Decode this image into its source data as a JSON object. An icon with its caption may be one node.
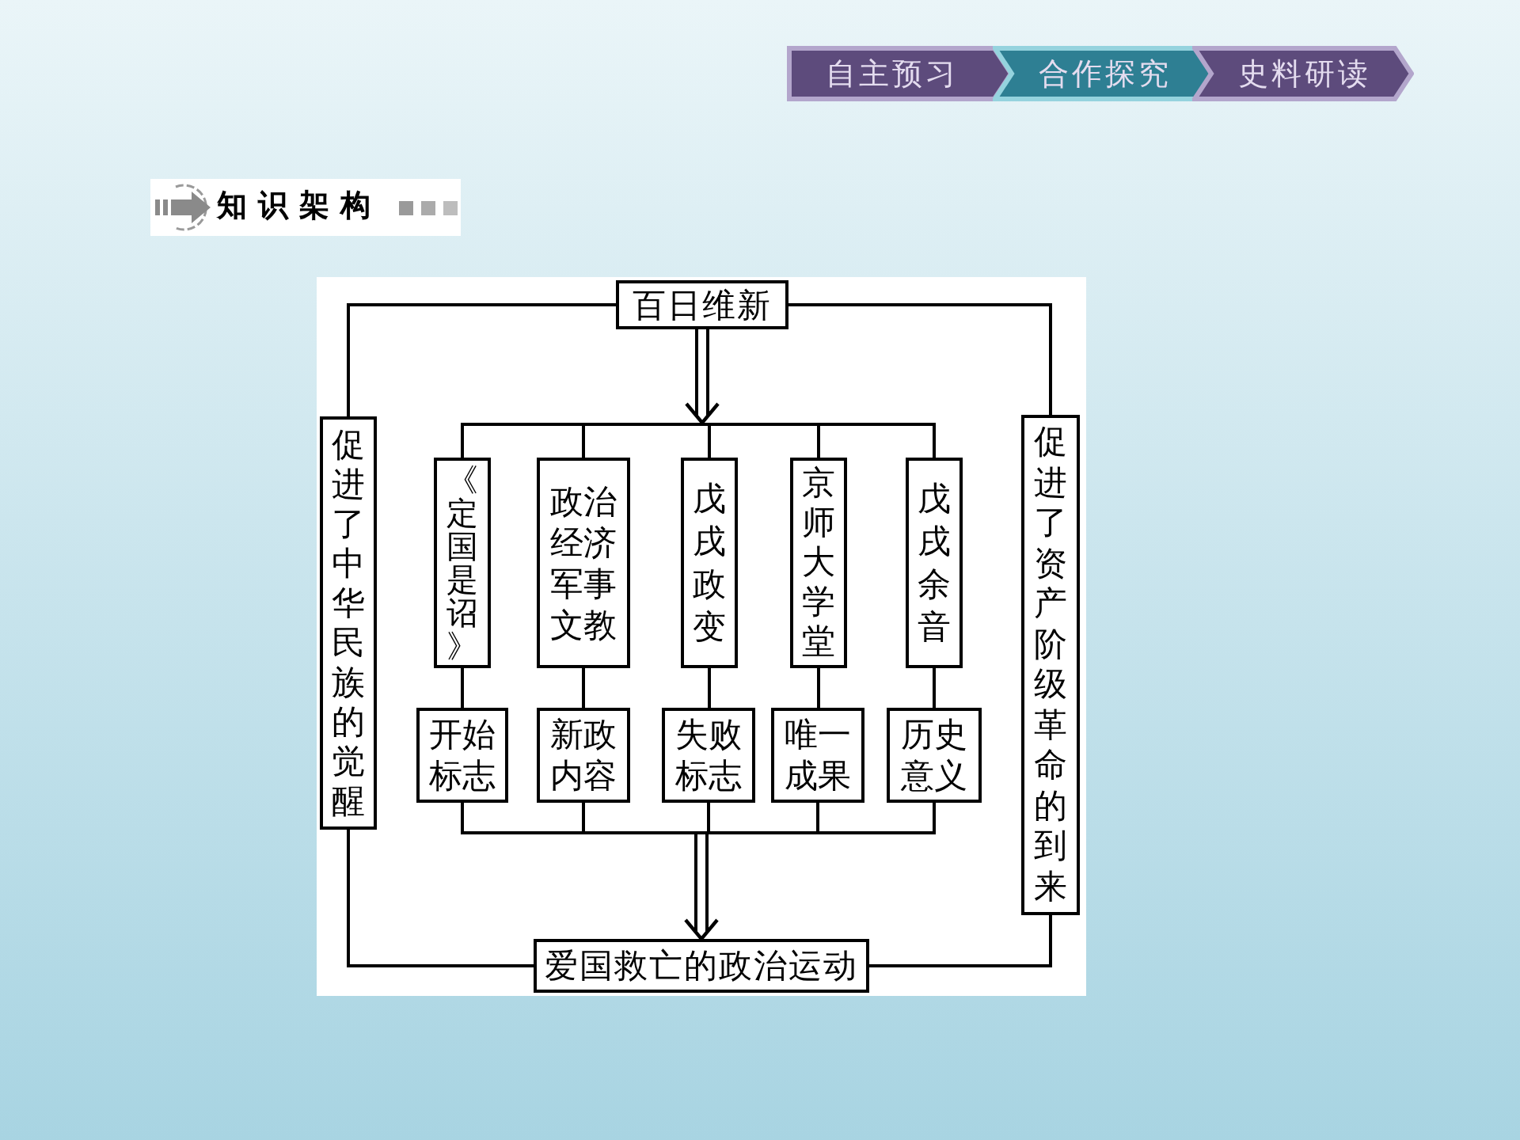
{
  "diagram": {
    "title": "知识架构",
    "nodes": [
      {
        "text": [
          "自主预习"
        ]
      },
      {
        "text": [
          "合作探究"
        ]
      },
      {
        "text": [
          "史料研读"
        ]
      },
      {
        "text": [
          "百日维新"
        ]
      },
      {
        "text": [
          "促进了中华民族的觉醒"
        ]
      },
      {
        "text": [
          "促进了资产阶级革命的到来"
        ]
      },
      {
        "text": [],
        "shape": "bar"
      },
      {
        "text": [
          "《定国是诏》"
        ]
      },
      {
        "text": [
          "政治经济军事文教"
        ]
      },
      {
        "text": [
          "戊戌政变"
        ]
      },
      {
        "text": [
          "京师大学堂"
        ]
      },
      {
        "text": [
          "戊戌余音"
        ]
      },
      {
        "text": [
          "开始标志"
        ]
      },
      {
        "text": [
          "新政内容"
        ]
      },
      {
        "text": [
          "失败标志"
        ]
      },
      {
        "text": [
          "唯一成果"
        ]
      },
      {
        "text": [
          "历史意义"
        ]
      },
      {
        "text": [],
        "shape": "bar"
      },
      {
        "text": [
          "爱国救亡的政治运动"
        ]
      }
    ],
    "edges": [
      {
        "from": 3,
        "to": 4,
        "arrow": "none"
      },
      {
        "from": 3,
        "to": 5,
        "arrow": "none"
      },
      {
        "from": 3,
        "to": 6,
        "arrow": "to"
      },
      {
        "from": 6,
        "to": 7,
        "arrow": "none"
      },
      {
        "from": 6,
        "to": 8,
        "arrow": "none"
      },
      {
        "from": 6,
        "to": 9,
        "arrow": "none"
      },
      {
        "from": 6,
        "to": 10,
        "arrow": "none"
      },
      {
        "from": 6,
        "to": 11,
        "arrow": "none"
      },
      {
        "from": 7,
        "to": 12,
        "arrow": "none"
      },
      {
        "from": 8,
        "to": 13,
        "arrow": "none"
      },
      {
        "from": 9,
        "to": 14,
        "arrow": "none"
      },
      {
        "from": 10,
        "to": 15,
        "arrow": "none"
      },
      {
        "from": 11,
        "to": 16,
        "arrow": "none"
      },
      {
        "from": 12,
        "to": 17,
        "arrow": "none"
      },
      {
        "from": 13,
        "to": 17,
        "arrow": "none"
      },
      {
        "from": 14,
        "to": 17,
        "arrow": "none"
      },
      {
        "from": 15,
        "to": 17,
        "arrow": "none"
      },
      {
        "from": 16,
        "to": 17,
        "arrow": "none"
      },
      {
        "from": 17,
        "to": 18,
        "arrow": "to"
      },
      {
        "from": 4,
        "to": 18,
        "arrow": "none"
      },
      {
        "from": 5,
        "to": 18,
        "arrow": "none"
      }
    ]
  }
}
